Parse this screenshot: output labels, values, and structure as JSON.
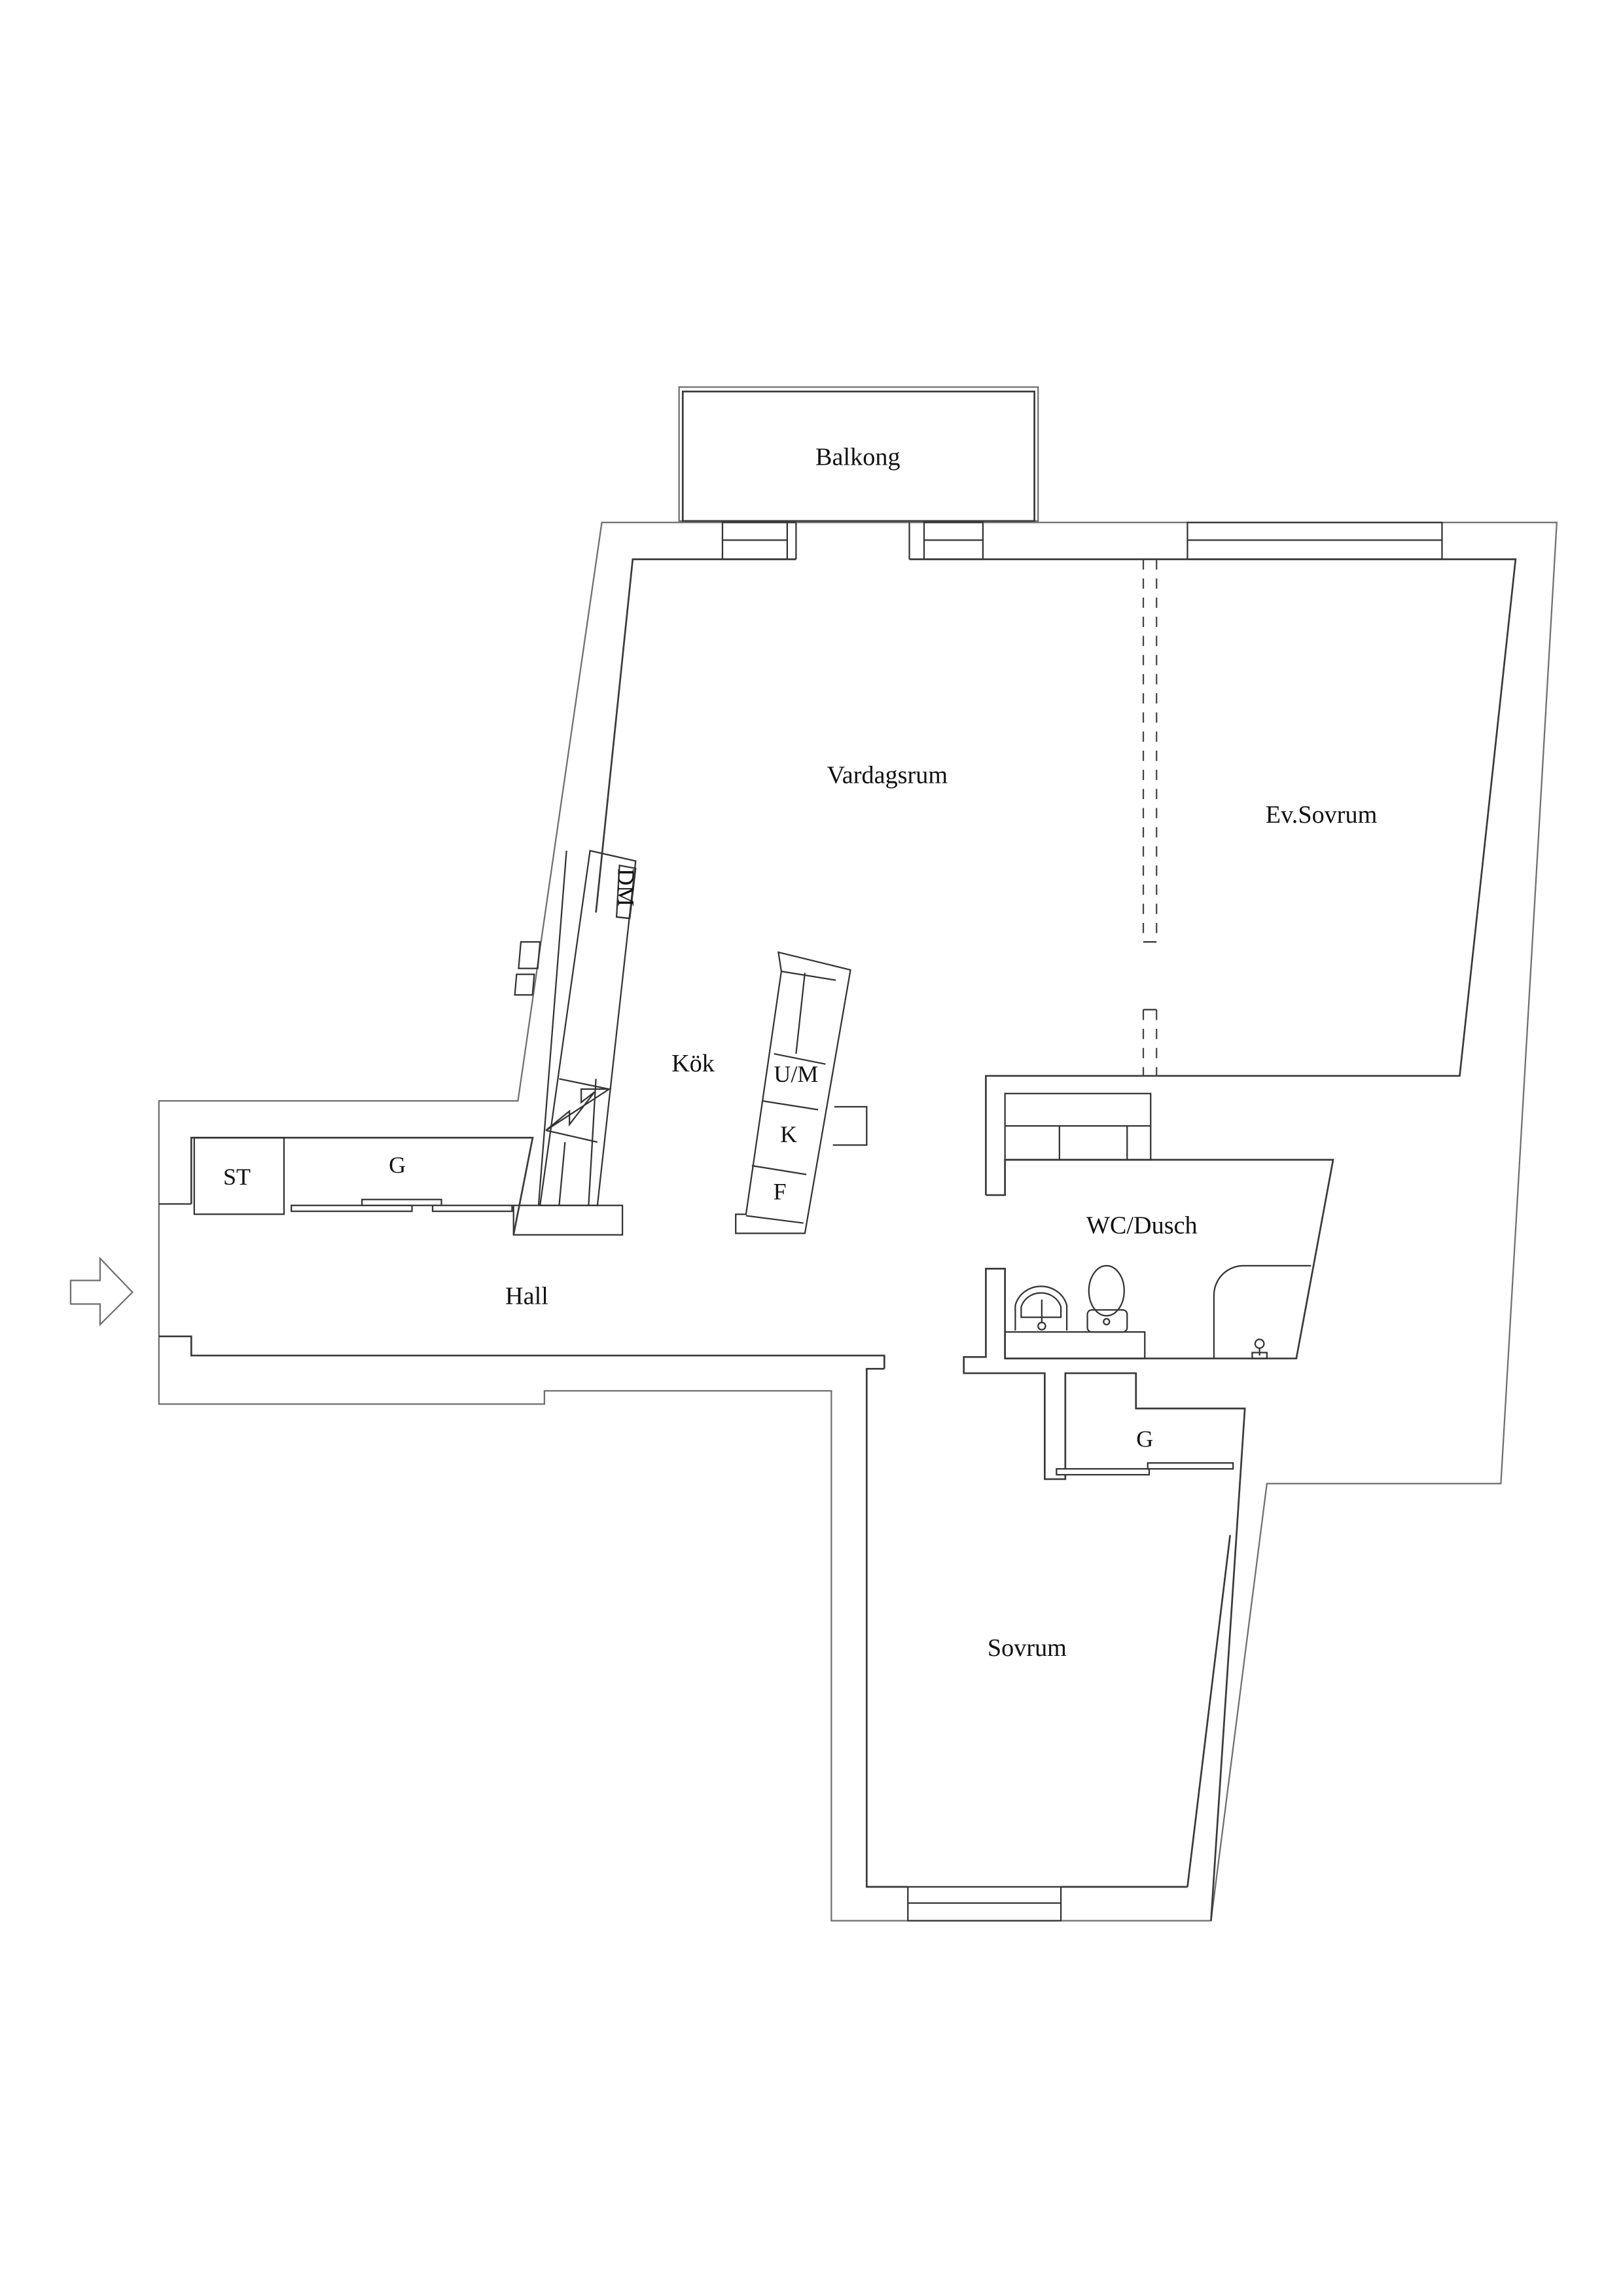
{
  "plan": {
    "line_color": "#333333",
    "background": "#ffffff",
    "rooms": {
      "balkong": "Balkong",
      "vardagsrum": "Vardagsrum",
      "ev_sovrum": "Ev.Sovrum",
      "kok": "Kök",
      "hall": "Hall",
      "wc_dusch": "WC/Dusch",
      "sovrum": "Sovrum"
    },
    "fixtures": {
      "dm": "DM",
      "um": "U/M",
      "k": "K",
      "f": "F",
      "st": "ST",
      "g_hall": "G",
      "g_bedroom": "G"
    },
    "entrance_icon": "arrow-right-outline"
  }
}
